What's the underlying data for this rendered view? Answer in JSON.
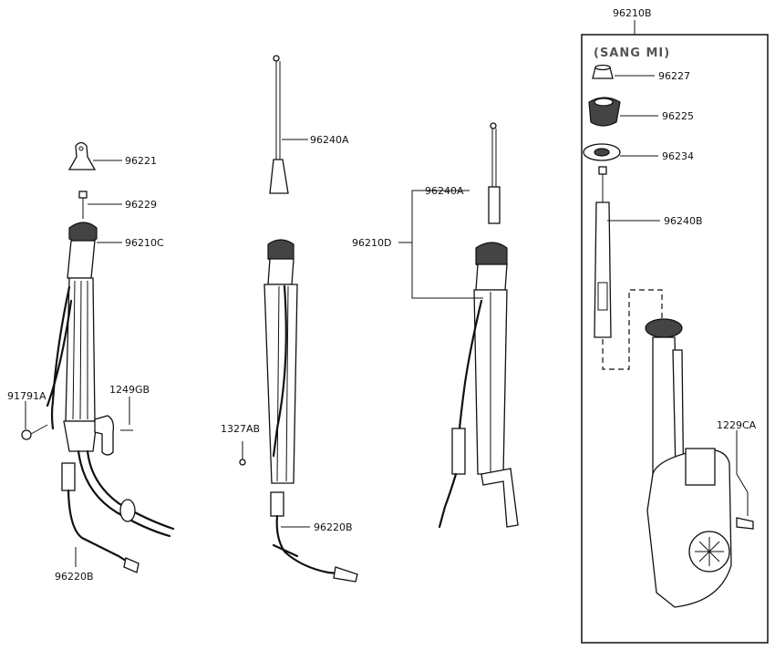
{
  "inset": {
    "frame_label": "96210B",
    "header": "(SANG  MI)",
    "parts": {
      "p96227": "96227",
      "p96225": "96225",
      "p96234": "96234",
      "p96240B": "96240B",
      "p1229CA": "1229CA"
    }
  },
  "group1": {
    "p96221": "96221",
    "p96229": "96229",
    "p96210C": "96210C",
    "p91791A": "91791A",
    "p1249GB": "1249GB",
    "p96220B": "96220B"
  },
  "group2": {
    "p96240A": "96240A",
    "p1327AB": "1327AB",
    "p96220B": "96220B"
  },
  "group3": {
    "p96240A": "96240A",
    "p96210D": "96210D"
  },
  "colors": {
    "line": "#111111",
    "header": "#555555",
    "background": "#ffffff"
  }
}
